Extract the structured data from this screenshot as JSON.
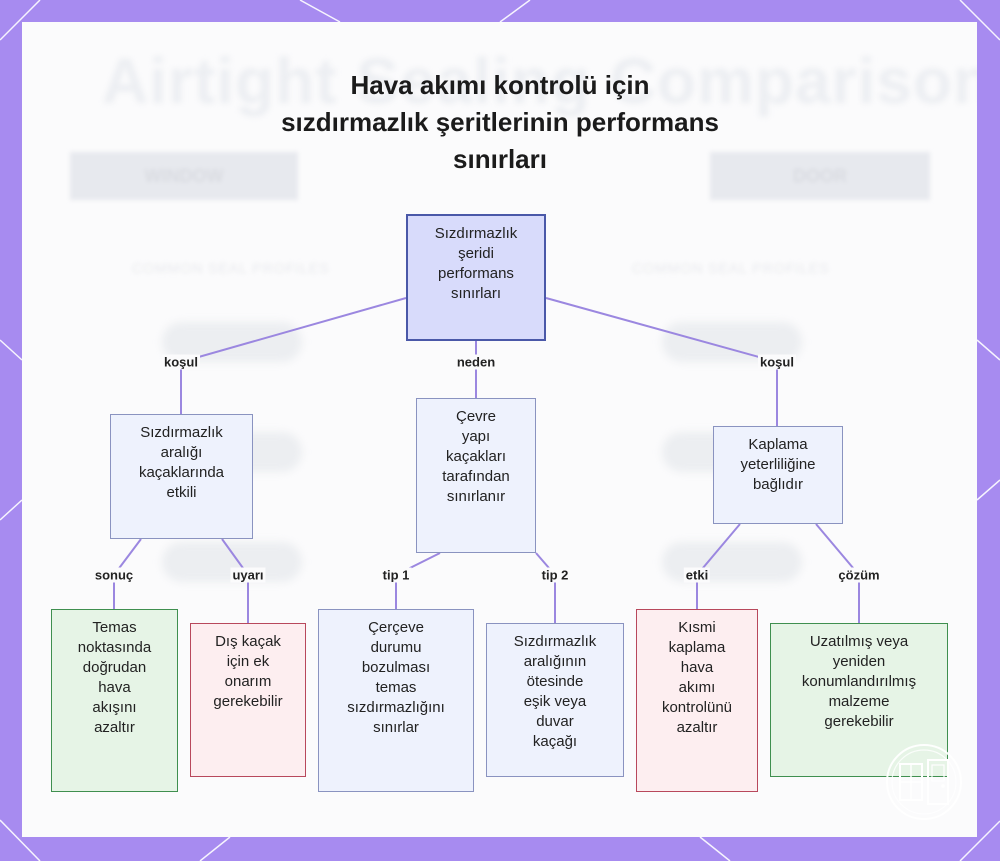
{
  "title_lines": [
    "Hava akımı kontrolü için",
    "sızdırmazlık şeritlerinin performans",
    "sınırları"
  ],
  "background": {
    "ghost_title": "Airtight Sealing Comparison",
    "ghost_left_button": "WINDOW",
    "ghost_right_button": "DOOR",
    "ghost_left_sub": "COMMON SEAL PROFILES",
    "ghost_right_sub": "COMMON SEAL PROFILES"
  },
  "colors": {
    "frame": "#a78bf0",
    "edge": "#9b87e0",
    "root_fill": "#d8dbfb",
    "blue_fill": "#eef2fd",
    "green_fill": "#e6f4e6",
    "red_fill": "#fdeef0"
  },
  "nodes": {
    "root": [
      "Sızdırmazlık",
      "şeridi",
      "performans",
      "sınırları"
    ],
    "left": [
      "Sızdırmazlık",
      "aralığı",
      "kaçaklarında",
      "etkili"
    ],
    "center": [
      "Çevre",
      "yapı",
      "kaçakları",
      "tarafından",
      "sınırlanır"
    ],
    "right": [
      "Kaplama",
      "yeterliliğine",
      "bağlıdır"
    ],
    "ll": [
      "Temas",
      "noktasında",
      "doğrudan",
      "hava",
      "akışını",
      "azaltır"
    ],
    "lr": [
      "Dış kaçak",
      "için ek",
      "onarım",
      "gerekebilir"
    ],
    "cl": [
      "Çerçeve",
      "durumu",
      "bozulması",
      "temas",
      "sızdırmazlığını",
      "sınırlar"
    ],
    "cr": [
      "Sızdırmazlık",
      "aralığının",
      "ötesinde",
      "eşik veya",
      "duvar",
      "kaçağı"
    ],
    "rl": [
      "Kısmi",
      "kaplama",
      "hava",
      "akımı",
      "kontrolünü",
      "azaltır"
    ],
    "rr": [
      "Uzatılmış veya",
      "yeniden",
      "konumlandırılmış",
      "malzeme",
      "gerekebilir"
    ]
  },
  "edge_labels": {
    "root_left": "koşul",
    "root_center": "neden",
    "root_right": "koşul",
    "left_ll": "sonuç",
    "left_lr": "uyarı",
    "center_cl": "tip 1",
    "center_cr": "tip 2",
    "right_rl": "etki",
    "right_rr": "çözüm"
  },
  "logo_icon": "window-door-icon"
}
